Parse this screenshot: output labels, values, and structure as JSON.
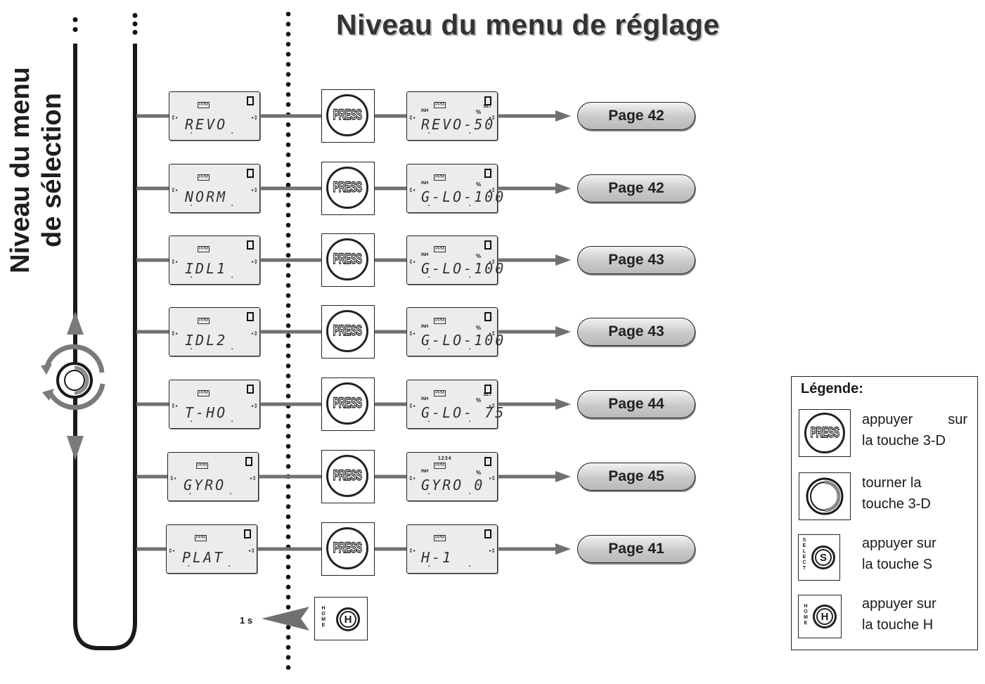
{
  "title": "Niveau du menu de réglage",
  "side_title": {
    "line1": "Niveau du menu",
    "line2": "de sélection"
  },
  "rows": [
    {
      "menu_display": "REVO",
      "setting_display": "REVO-50",
      "setting_inh": "INH",
      "setting_set": "SET",
      "setting_pct": "%",
      "page": "Page 42"
    },
    {
      "menu_display": "NORM",
      "setting_display": "G-LO-100",
      "setting_inh": "INH",
      "setting_set": "",
      "setting_pct": "%",
      "page": "Page 42"
    },
    {
      "menu_display": "IDL1",
      "setting_display": "G-LO-100",
      "setting_inh": "INH",
      "setting_set": "",
      "setting_pct": "%",
      "page": "Page 43"
    },
    {
      "menu_display": "IDL2",
      "setting_display": "G-LO-100",
      "setting_inh": "INH",
      "setting_set": "",
      "setting_pct": "%",
      "page": "Page 43"
    },
    {
      "menu_display": "T-HO",
      "setting_display": "G-LO- 75",
      "setting_inh": "INH",
      "setting_set": "SET",
      "setting_pct": "%",
      "page": "Page 44"
    },
    {
      "menu_display": "GYRO",
      "setting_display": "GYRO   0",
      "setting_inh": "INH",
      "setting_set": "",
      "setting_pct": "%",
      "setting_switch": "1234",
      "page": "Page 45"
    },
    {
      "menu_display": "PLAT",
      "setting_display": "H-1",
      "setting_inh": "",
      "setting_set": "",
      "setting_pct": "",
      "page": "Page 41"
    }
  ],
  "ppm_label": "PPM",
  "press_label": "PRESS",
  "home_key": {
    "side_word": "HOME",
    "letter": "H",
    "duration": "1 s"
  },
  "legend": {
    "title": "Légende:",
    "items": [
      {
        "icon": "press-icon",
        "line1": "appuyer  sur",
        "line2": "la touche 3-D"
      },
      {
        "icon": "rotate-3d-icon",
        "line1": "tourner la",
        "line2": "touche 3-D"
      },
      {
        "icon": "select-key-icon",
        "side_word": "SELECT",
        "letter": "S",
        "line1": "appuyer sur",
        "line2": "la touche S"
      },
      {
        "icon": "home-key-icon",
        "side_word": "HOME",
        "letter": "H",
        "line1": "appuyer sur",
        "line2": "la touche H"
      }
    ]
  },
  "colors": {
    "line": "#707070",
    "u_loop": "#1a1a1a",
    "pill": "#c9c9c9",
    "lcd": "#ececec"
  }
}
